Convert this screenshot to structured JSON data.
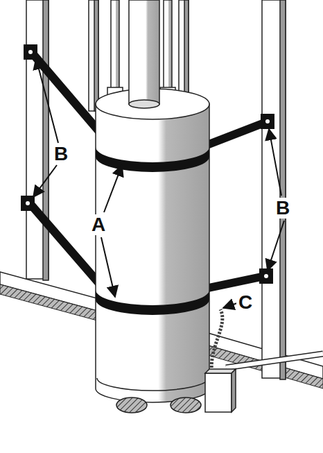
{
  "diagram": {
    "labels": [
      "B",
      "A",
      "B",
      "C"
    ]
  }
}
